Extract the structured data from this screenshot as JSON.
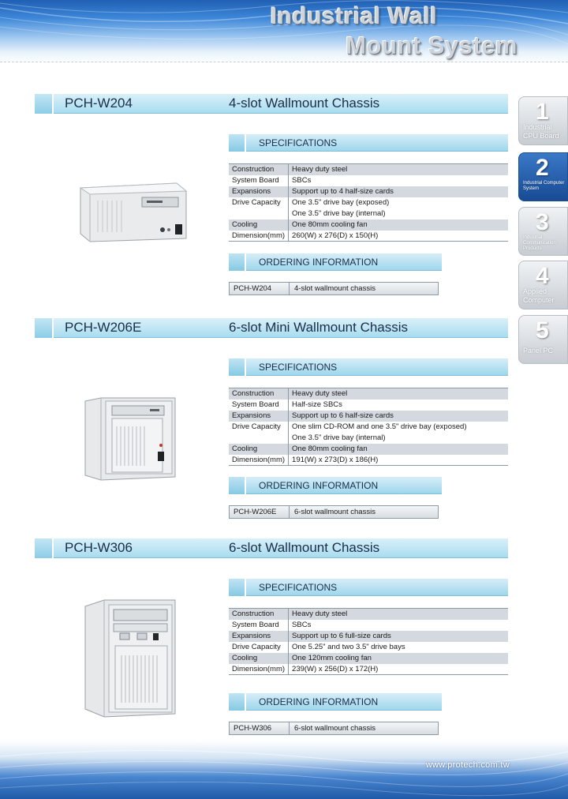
{
  "header": {
    "title_line1": "Industrial Wall",
    "title_line2": "Mount System"
  },
  "side_tabs": [
    {
      "number": "1",
      "label": "Industrial CPU Board",
      "active": false
    },
    {
      "number": "2",
      "label": "Industrial Computer System",
      "active": true
    },
    {
      "number": "3",
      "label": "Industrial Communication Products",
      "active": false
    },
    {
      "number": "4",
      "label": "Applied Computer",
      "active": false
    },
    {
      "number": "5",
      "label": "Panel PC",
      "active": false
    }
  ],
  "labels": {
    "specifications": "SPECIFICATIONS",
    "ordering_information": "ORDERING INFORMATION"
  },
  "products": [
    {
      "model": "PCH-W204",
      "description": "4-slot Wallmount Chassis",
      "specs": [
        {
          "key": "Construction",
          "value": "Heavy duty steel"
        },
        {
          "key": "System Board",
          "value": "SBCs"
        },
        {
          "key": "Expansions",
          "value": "Support up to 4 half-size cards"
        },
        {
          "key": "Drive Capacity",
          "value": "One 3.5\" drive bay (exposed)"
        },
        {
          "key": "",
          "value": "One 3.5\" drive bay (internal)"
        },
        {
          "key": "Cooling",
          "value": "One 80mm cooling fan"
        },
        {
          "key": "Dimension(mm)",
          "value": "260(W) x 276(D) x 150(H)"
        }
      ],
      "order": {
        "model": "PCH-W204",
        "description": "4-slot wallmount chassis"
      }
    },
    {
      "model": "PCH-W206E",
      "description": "6-slot Mini Wallmount Chassis",
      "specs": [
        {
          "key": "Construction",
          "value": "Heavy duty steel"
        },
        {
          "key": "System Board",
          "value": "Half-size SBCs"
        },
        {
          "key": "Expansions",
          "value": "Support up to 6 half-size cards"
        },
        {
          "key": "Drive Capacity",
          "value": "One slim CD-ROM and one 3.5\" drive bay (exposed)"
        },
        {
          "key": "",
          "value": "One 3.5\" drive bay (internal)"
        },
        {
          "key": "Cooling",
          "value": "One 80mm cooling fan"
        },
        {
          "key": "Dimension(mm)",
          "value": "191(W) x 273(D) x 186(H)"
        }
      ],
      "order": {
        "model": "PCH-W206E",
        "description": "6-slot wallmount chassis"
      }
    },
    {
      "model": "PCH-W306",
      "description": "6-slot Wallmount Chassis",
      "specs": [
        {
          "key": "Construction",
          "value": "Heavy duty steel"
        },
        {
          "key": "System Board",
          "value": "SBCs"
        },
        {
          "key": "Expansions",
          "value": "Support up to 6 full-size cards"
        },
        {
          "key": "Drive Capacity",
          "value": "One 5.25\" and two 3.5\" drive bays"
        },
        {
          "key": "Cooling",
          "value": "One 120mm cooling fan"
        },
        {
          "key": "Dimension(mm)",
          "value": "239(W) x 256(D) x 172(H)"
        }
      ],
      "order": {
        "model": "PCH-W306",
        "description": "6-slot wallmount chassis"
      }
    }
  ],
  "footer": {
    "url": "www.protech.com.tw"
  }
}
